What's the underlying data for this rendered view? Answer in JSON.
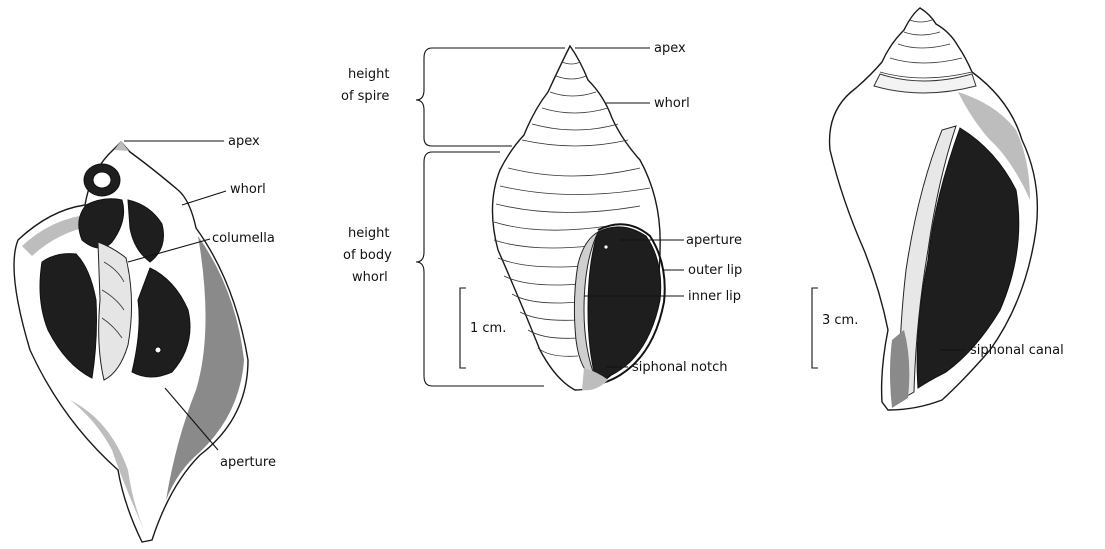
{
  "left_shell": {
    "labels": {
      "apex": "apex",
      "whorl": "whorl",
      "columella": "columella",
      "aperture": "aperture"
    }
  },
  "middle_shell": {
    "labels": {
      "apex": "apex",
      "whorl": "whorl",
      "height_spire_line1": "height",
      "height_spire_line2": "of spire",
      "height_body_line1": "height",
      "height_body_line2": "of body",
      "height_body_line3": "whorl",
      "aperture": "aperture",
      "outer_lip": "outer lip",
      "inner_lip": "inner lip",
      "siphonal_notch": "siphonal notch",
      "scale": "1 cm."
    }
  },
  "right_shell": {
    "labels": {
      "siphonal_canal": "siphonal canal",
      "scale": "3 cm."
    }
  }
}
